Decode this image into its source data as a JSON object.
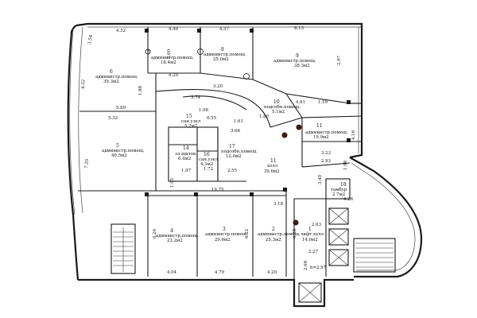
{
  "rooms": [
    {
      "num": "1",
      "name": "лифт.холл",
      "area": "14.0м2"
    },
    {
      "num": "2",
      "name": "администр.помещ.",
      "area": "25.3м2"
    },
    {
      "num": "3",
      "name": "администр.помещ.",
      "area": "29.6м2"
    },
    {
      "num": "4",
      "name": "администр.помещ.",
      "area": "23.2м2"
    },
    {
      "num": "5",
      "name": "администр.помещ.",
      "area": "40.5м2"
    },
    {
      "num": "6",
      "name": "администр.помещ.",
      "area": "39.3м2"
    },
    {
      "num": "7",
      "name": "администр.помещ.",
      "area": "18.4м2"
    },
    {
      "num": "8",
      "name": "администр.помещ.",
      "area": "25.0м2"
    },
    {
      "num": "9",
      "name": "администр.помещ.",
      "area": "38.3м2"
    },
    {
      "num": "10",
      "name": "подсобн.помещ.",
      "area": "5.1м2"
    },
    {
      "num": "11",
      "name": "администр.помещ.",
      "area": "19.9м2"
    },
    {
      "num": "11",
      "name": "холл",
      "area": "39.6м2"
    },
    {
      "num": "14",
      "name": "эл.щитов.",
      "area": "6.4м2"
    },
    {
      "num": "15",
      "name": "сан.узел",
      "area": "5.2м2"
    },
    {
      "num": "16",
      "name": "сан.узел",
      "area": "4.3м2"
    },
    {
      "num": "17",
      "name": "подсобн.помещ.",
      "area": "12.0м2"
    },
    {
      "num": "18",
      "name": "тамбур",
      "area": "2.7м2"
    }
  ],
  "dims": [
    "4.32",
    "4.40",
    "4.57",
    "8.13",
    "3.54",
    "4.32",
    "2.60",
    "4.20",
    "3.20",
    "5.89",
    "5.32",
    "1.88",
    "7.20",
    "3.74",
    "1.98",
    "0.55",
    "3.66",
    "1.80",
    "4.81",
    "1.59",
    "3.23",
    "2.93",
    "1.98",
    "4.16",
    "3.40",
    "2.97",
    "1.97",
    "2.55",
    "1.72",
    "19.75",
    "1.95",
    "3.18",
    "2.63",
    "6.26",
    "6.22",
    "6.28",
    "4.04",
    "4.79",
    "4.20",
    "2.27",
    "2.68",
    "h=2.97",
    "1.61",
    "4.26"
  ]
}
